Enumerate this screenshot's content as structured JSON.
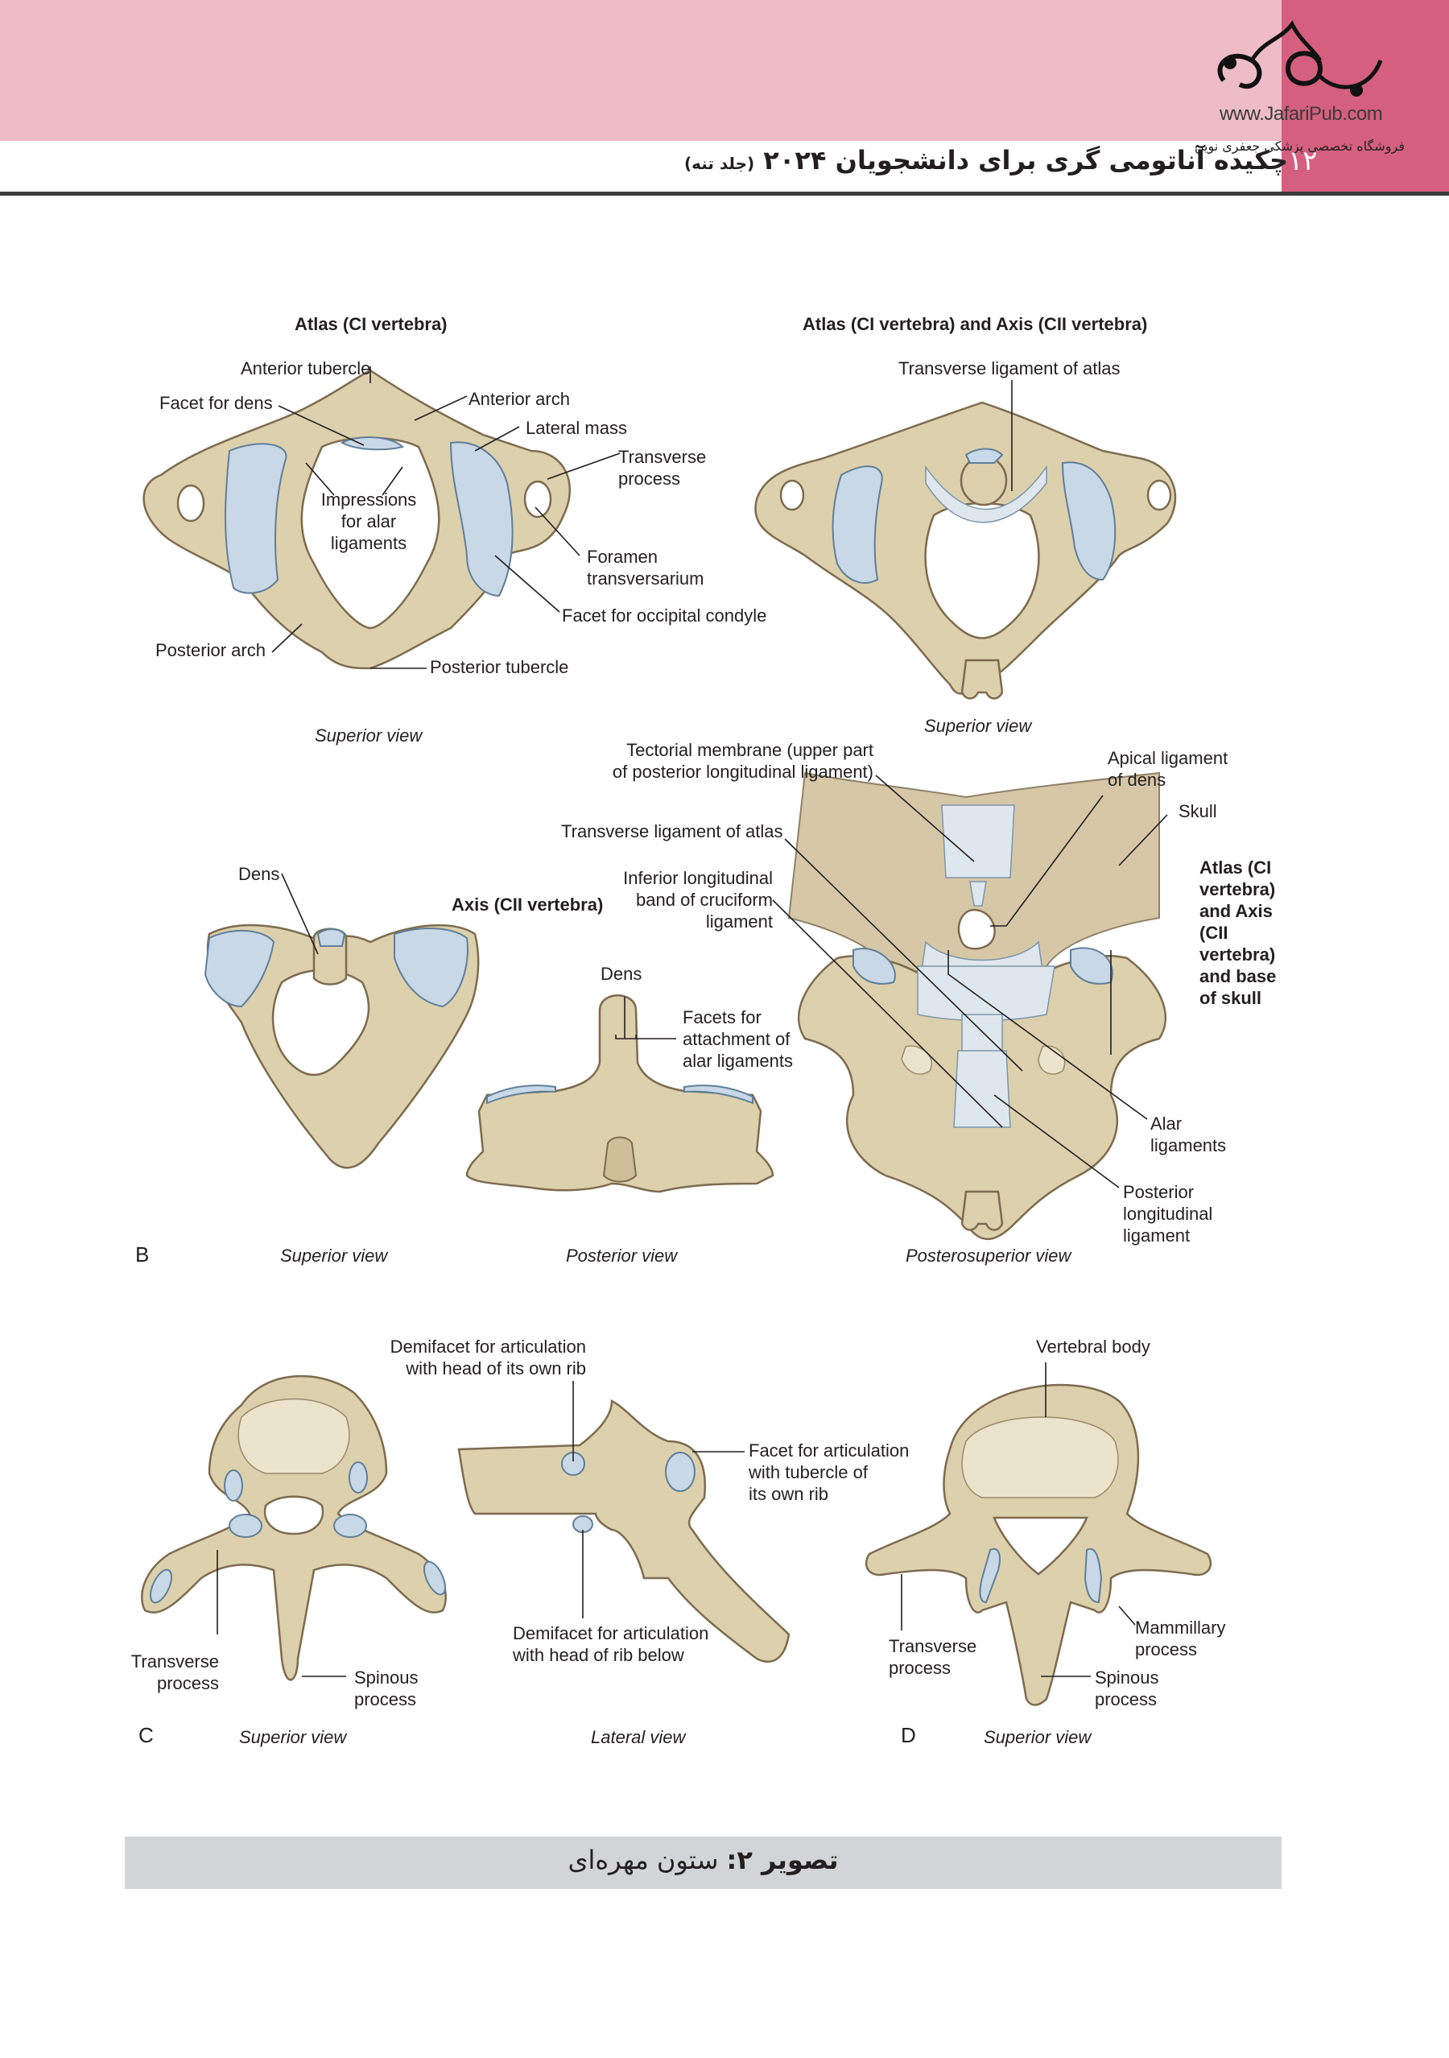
{
  "header": {
    "publisher_url": "www.JafariPub.com",
    "store_name": "فروشگاه تخصصی پزشکی جعفری نوین",
    "page_number": "۱۲",
    "book_title": "چکیده آناتومی گری برای دانشجویان ۲۰۲۴",
    "book_subtitle": "(جلد تنه)",
    "colors": {
      "band": "#edbcc7",
      "tab": "#d55f7e",
      "rule": "#3a3a3a"
    }
  },
  "figure_a": {
    "left": {
      "title": "Atlas (CI vertebra)",
      "view": "Superior view",
      "labels": {
        "anterior_tubercle": "Anterior tubercle",
        "facet_for_dens": "Facet for dens",
        "anterior_arch": "Anterior arch",
        "lateral_mass": "Lateral mass",
        "transverse_process_1": "Transverse",
        "transverse_process_2": "process",
        "impressions_1": "Impressions",
        "impressions_2": "for alar",
        "impressions_3": "ligaments",
        "foramen_1": "Foramen",
        "foramen_2": "transversarium",
        "facet_occipital": "Facet for occipital condyle",
        "posterior_arch": "Posterior arch",
        "posterior_tubercle": "Posterior tubercle"
      }
    },
    "right": {
      "title": "Atlas (CI vertebra) and Axis (CII vertebra)",
      "view": "Superior view",
      "labels": {
        "transverse_ligament": "Transverse ligament of atlas"
      }
    }
  },
  "figure_b": {
    "panel_letter": "B",
    "axis_title": "Axis (CII vertebra)",
    "superior": {
      "view": "Superior view",
      "dens": "Dens"
    },
    "posterior": {
      "view": "Posterior view",
      "dens": "Dens",
      "facets_1": "Facets for",
      "facets_2": "attachment of",
      "facets_3": "alar ligaments"
    },
    "posterosuperior": {
      "view": "Posterosuperior view",
      "side_title": [
        "Atlas (CI",
        "vertebra)",
        "and Axis",
        "(CII",
        "vertebra)",
        "and base",
        "of skull"
      ],
      "labels": {
        "tectorial_1": "Tectorial membrane (upper part",
        "tectorial_2": "of posterior longitudinal ligament)",
        "apical_1": "Apical ligament",
        "apical_2": "of dens",
        "skull": "Skull",
        "transverse_ligament": "Transverse ligament of atlas",
        "inferior_1": "Inferior longitudinal",
        "inferior_2": "band of cruciform",
        "inferior_3": "ligament",
        "alar_1": "Alar",
        "alar_2": "ligaments",
        "pll_1": "Posterior",
        "pll_2": "longitudinal",
        "pll_3": "ligament"
      }
    }
  },
  "figure_c": {
    "panel_letter": "C",
    "superior": {
      "view": "Superior view",
      "transverse_1": "Transverse",
      "transverse_2": "process",
      "spinous_1": "Spinous",
      "spinous_2": "process"
    },
    "lateral": {
      "view": "Lateral view",
      "demi_own_1": "Demifacet for articulation",
      "demi_own_2": "with head of its own rib",
      "facet_tub_1": "Facet for articulation",
      "facet_tub_2": "with tubercle of",
      "facet_tub_3": "its own rib",
      "demi_below_1": "Demifacet for articulation",
      "demi_below_2": "with head of rib below"
    }
  },
  "figure_d": {
    "panel_letter": "D",
    "view": "Superior view",
    "vertebral_body": "Vertebral body",
    "transverse_1": "Transverse",
    "transverse_2": "process",
    "mammillary_1": "Mammillary",
    "mammillary_2": "process",
    "spinous_1": "Spinous",
    "spinous_2": "process"
  },
  "caption": {
    "prefix": "تصویر ۲:",
    "text": " ستون مهره‌ای"
  }
}
